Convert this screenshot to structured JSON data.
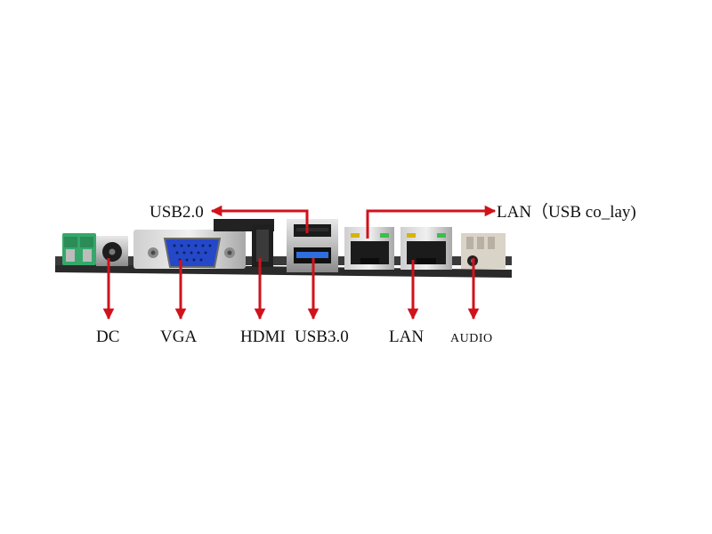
{
  "colors": {
    "arrow": "#d0121b",
    "pcb": "#2a2a2a",
    "vga_blue": "#2548c8",
    "usb3_blue": "#2f6ee0",
    "terminal_green": "#35a86a"
  },
  "labels": {
    "usb2": "USB2.0",
    "lan_top": "LAN（USB co_lay)",
    "dc": "DC",
    "vga": "VGA",
    "hdmi": "HDMI",
    "usb3": "USB3.0",
    "lan_bottom": "LAN",
    "audio": "AUDIO"
  }
}
